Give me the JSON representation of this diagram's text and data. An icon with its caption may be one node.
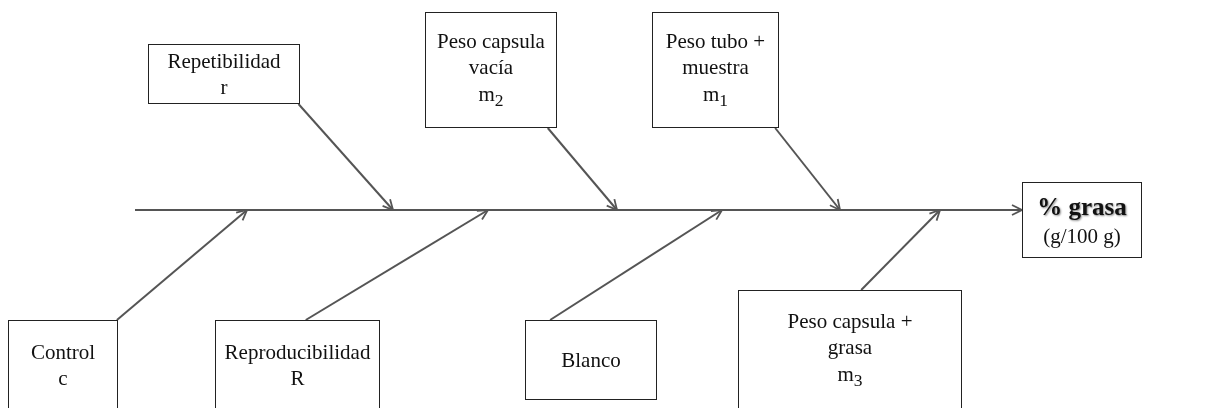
{
  "diagram": {
    "nodes": [
      {
        "text": [
          "Repetibilidad",
          "r"
        ]
      },
      {
        "text": [
          "Peso capsula vacía",
          "m$_{2}$"
        ]
      },
      {
        "text": [
          "Peso tubo + muestra",
          "m$_{1}$"
        ]
      },
      {
        "text": [
          "Control",
          "c"
        ]
      },
      {
        "text": [
          "Reproducibilidad",
          "R"
        ]
      },
      {
        "text": [
          "Blanco"
        ]
      },
      {
        "text": [
          "Peso capsula + grasa",
          "m$_{3}$"
        ]
      },
      {
        "text": [
          "% grasa",
          "(g/100 g)"
        ]
      }
    ],
    "edges": [
      {
        "from": 0,
        "to": null,
        "arrow": "to"
      },
      {
        "from": 1,
        "to": null,
        "arrow": "to"
      },
      {
        "from": 2,
        "to": null,
        "arrow": "to"
      },
      {
        "from": 3,
        "to": null,
        "arrow": "to"
      },
      {
        "from": 4,
        "to": null,
        "arrow": "to"
      },
      {
        "from": 5,
        "to": null,
        "arrow": "to"
      },
      {
        "from": 6,
        "to": null,
        "arrow": "to"
      },
      {
        "from": null,
        "to": 7,
        "arrow": "to"
      }
    ]
  }
}
